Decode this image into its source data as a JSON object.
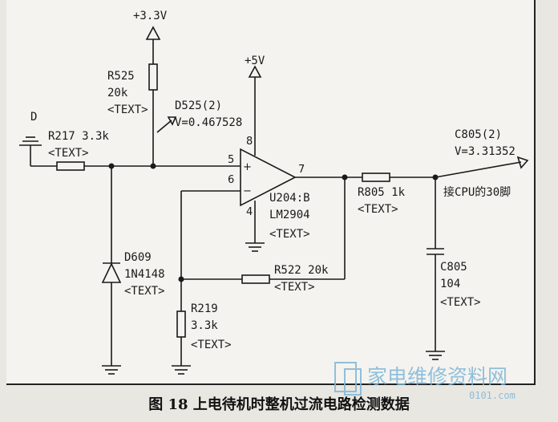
{
  "caption": "图 18 上电待机时整机过流电路检测数据",
  "labels": {
    "vcc33": "+3.3V",
    "vcc5": "+5V",
    "d_label": "D",
    "r525_name": "R525",
    "r525_value": "20k",
    "r525_text": "<TEXT>",
    "d525_name": "D525(2)",
    "d525_voltage": "V=0.467528",
    "r217": "R217 3.3k",
    "r217_text": "<TEXT>",
    "pin5": "5",
    "pin6": "6",
    "pin8": "8",
    "pin7": "7",
    "pin4": "4",
    "plus": "+",
    "minus": "−",
    "u204_name": "U204:B",
    "u204_part": "LM2904",
    "u204_text": "<TEXT>",
    "r805": "R805 1k",
    "r805_text": "<TEXT>",
    "c805_probe": "C805(2)",
    "c805_voltage": "V=3.31352",
    "cpu_pin": "接CPU的30脚",
    "d609_name": "D609",
    "d609_part": "1N4148",
    "d609_text": "<TEXT>",
    "r522": "R522 20k",
    "r522_text": "<TEXT>",
    "c805_name": "C805",
    "c805_value": "104",
    "c805_text": "<TEXT>",
    "r219_name": "R219",
    "r219_value": "3.3k",
    "r219_text": "<TEXT>"
  },
  "watermark": {
    "text": "家电维修资料网",
    "url": "0101.com"
  }
}
